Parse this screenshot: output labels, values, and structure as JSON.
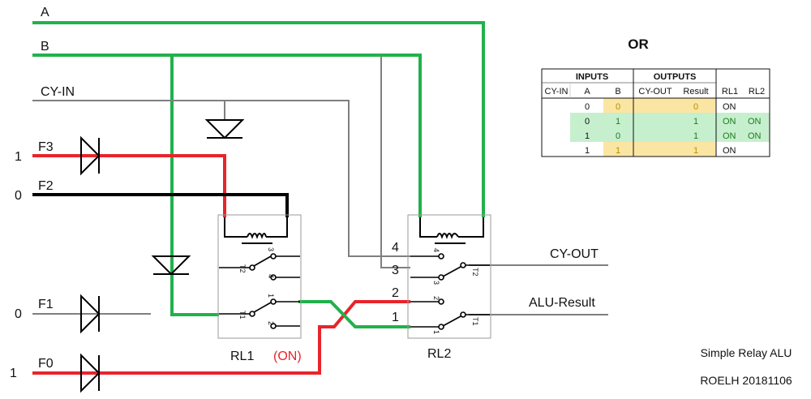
{
  "colors": {
    "red": "#e8242b",
    "green": "#22b14c",
    "black": "#000000",
    "grey": "#7f7f7f",
    "gold": "#fbe5a3",
    "mint": "#c6efce",
    "dark_green": "#1e7b1e"
  },
  "buses": {
    "a": "A",
    "b": "B",
    "cy_in": "CY-IN"
  },
  "functions": [
    {
      "name": "F3",
      "value": "1"
    },
    {
      "name": "F2",
      "value": "0"
    },
    {
      "name": "F1",
      "value": "0"
    },
    {
      "name": "F0",
      "value": "1"
    }
  ],
  "relays": {
    "rl1": {
      "name": "RL1",
      "state": "(ON)",
      "contact_labels": [
        "T2",
        "4",
        "3",
        "T1",
        "1",
        "2"
      ]
    },
    "rl2": {
      "name": "RL2",
      "contact_labels": [
        "4",
        "3",
        "T2",
        "2",
        "1",
        "T1"
      ],
      "pin_numbers": [
        "4",
        "3",
        "2",
        "1"
      ]
    }
  },
  "outputs": {
    "carry": "CY-OUT",
    "result": "ALU-Result"
  },
  "truth_table": {
    "title": "OR",
    "group_inputs": "INPUTS",
    "group_outputs": "OUTPUTS",
    "headers": [
      "CY-IN",
      "A",
      "B",
      "CY-OUT",
      "Result",
      "RL1",
      "RL2"
    ],
    "rows": [
      {
        "cy_in": "",
        "a": "0",
        "b": "0",
        "cy_out": "",
        "result": "0",
        "rl1": "ON",
        "rl2": ""
      },
      {
        "cy_in": "",
        "a": "0",
        "b": "1",
        "cy_out": "",
        "result": "1",
        "rl1": "ON",
        "rl2": "ON"
      },
      {
        "cy_in": "",
        "a": "1",
        "b": "0",
        "cy_out": "",
        "result": "1",
        "rl1": "ON",
        "rl2": "ON"
      },
      {
        "cy_in": "",
        "a": "1",
        "b": "1",
        "cy_out": "",
        "result": "1",
        "rl1": "ON",
        "rl2": ""
      }
    ]
  },
  "footer": {
    "caption": "Simple Relay ALU",
    "credit": "ROELH 20181106"
  }
}
